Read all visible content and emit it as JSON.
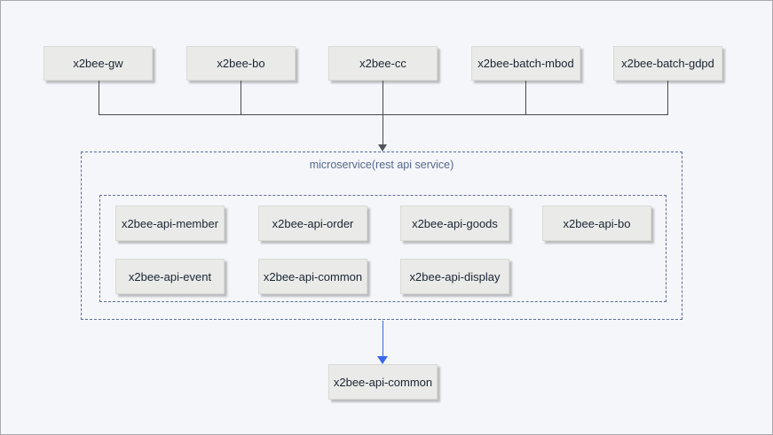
{
  "diagram": {
    "top_services": [
      {
        "label": "x2bee-gw"
      },
      {
        "label": "x2bee-bo"
      },
      {
        "label": "x2bee-cc"
      },
      {
        "label": "x2bee-batch-mbod"
      },
      {
        "label": "x2bee-batch-gdpd"
      }
    ],
    "microservice_group": {
      "label": "microservice(rest api service)",
      "services": [
        {
          "label": "x2bee-api-member"
        },
        {
          "label": "x2bee-api-order"
        },
        {
          "label": "x2bee-api-goods"
        },
        {
          "label": "x2bee-api-bo"
        },
        {
          "label": "x2bee-api-event"
        },
        {
          "label": "x2bee-api-common"
        },
        {
          "label": "x2bee-api-display"
        }
      ]
    },
    "bottom_service": {
      "label": "x2bee-api-common"
    },
    "colors": {
      "background": "#f5f6fa",
      "node_fill": "#eaeae8",
      "node_text": "#1a2533",
      "connector": "#45494f",
      "dashed_border": "#5c6e96",
      "group_label_text": "#56688a",
      "flow_arrow_blue": "#3b66e8"
    }
  }
}
